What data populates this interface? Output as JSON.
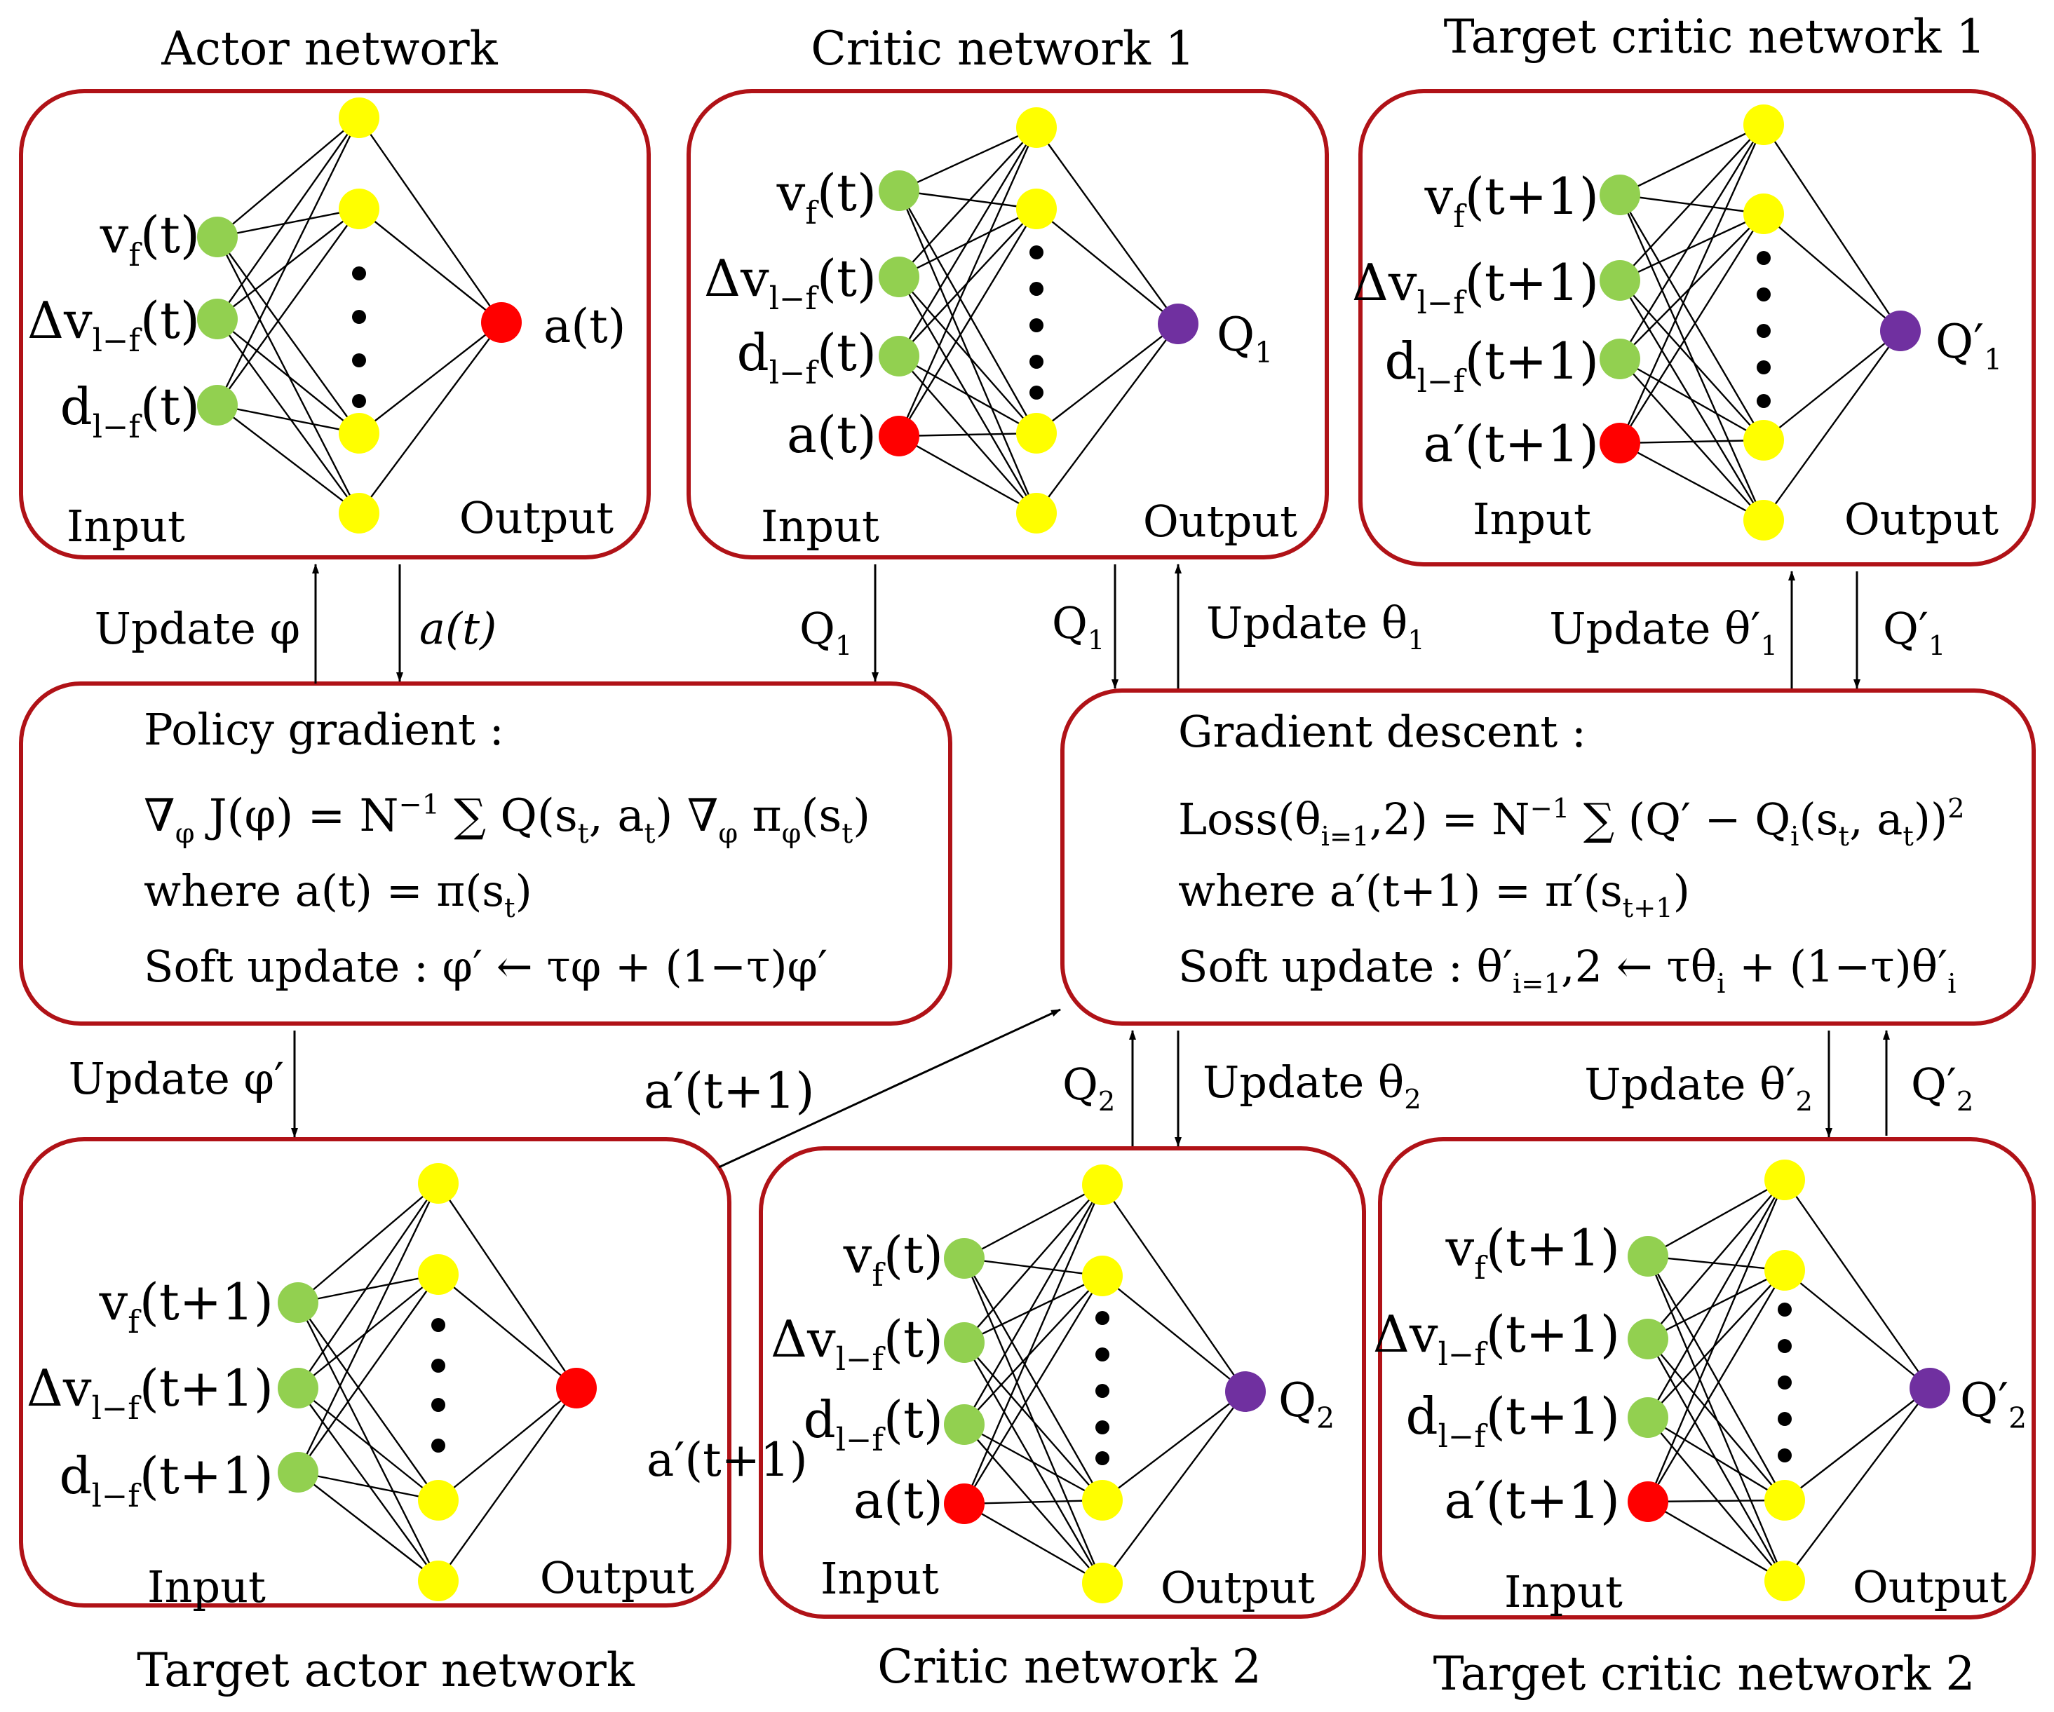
{
  "colors": {
    "box_border": "#b01217",
    "input_node": "#92d050",
    "hidden_node": "#ffff00",
    "action_node": "#ff0000",
    "q_node": "#7030a0"
  },
  "networks": [
    {
      "id": "actor",
      "title": "Actor network",
      "input_caption": "Input",
      "output_caption": "Output",
      "inputs": [
        {
          "text": "v_f(t)",
          "kind": "state"
        },
        {
          "text": "Δv_l−f(t)",
          "kind": "state"
        },
        {
          "text": "d_l−f(t)",
          "kind": "state"
        }
      ],
      "output": {
        "text": "a(t)",
        "kind": "action"
      }
    },
    {
      "id": "critic1",
      "title": "Critic network 1",
      "input_caption": "Input",
      "output_caption": "Output",
      "inputs": [
        {
          "text": "v_f(t)",
          "kind": "state"
        },
        {
          "text": "Δv_l−f(t)",
          "kind": "state"
        },
        {
          "text": "d_l−f(t)",
          "kind": "state"
        },
        {
          "text": "a(t)",
          "kind": "action"
        }
      ],
      "output": {
        "text": "Q_1",
        "kind": "q"
      }
    },
    {
      "id": "target_critic1",
      "title": "Target critic network 1",
      "input_caption": "Input",
      "output_caption": "Output",
      "inputs": [
        {
          "text": "v_f(t+1)",
          "kind": "state"
        },
        {
          "text": "Δv_l−f(t+1)",
          "kind": "state"
        },
        {
          "text": "d_l−f(t+1)",
          "kind": "state"
        },
        {
          "text": "a′(t+1)",
          "kind": "action"
        }
      ],
      "output": {
        "text": "Q′_1",
        "kind": "q"
      }
    },
    {
      "id": "target_actor",
      "title": "Target actor network",
      "input_caption": "Input",
      "output_caption": "Output",
      "inputs": [
        {
          "text": "v_f(t+1)",
          "kind": "state"
        },
        {
          "text": "Δv_l−f(t+1)",
          "kind": "state"
        },
        {
          "text": "d_l−f(t+1)",
          "kind": "state"
        }
      ],
      "output": {
        "text": "a′(t+1)",
        "kind": "action"
      }
    },
    {
      "id": "critic2",
      "title": "Critic network 2",
      "input_caption": "Input",
      "output_caption": "Output",
      "inputs": [
        {
          "text": "v_f(t)",
          "kind": "state"
        },
        {
          "text": "Δv_l−f(t)",
          "kind": "state"
        },
        {
          "text": "d_l−f(t)",
          "kind": "state"
        },
        {
          "text": "a(t)",
          "kind": "action"
        }
      ],
      "output": {
        "text": "Q_2",
        "kind": "q"
      }
    },
    {
      "id": "target_critic2",
      "title": "Target critic network 2",
      "input_caption": "Input",
      "output_caption": "Output",
      "inputs": [
        {
          "text": "v_f(t+1)",
          "kind": "state"
        },
        {
          "text": "Δv_l−f(t+1)",
          "kind": "state"
        },
        {
          "text": "d_l−f(t+1)",
          "kind": "state"
        },
        {
          "text": "a′(t+1)",
          "kind": "action"
        }
      ],
      "output": {
        "text": "Q′_2",
        "kind": "q"
      }
    }
  ],
  "policy_box": {
    "heading": "Policy gradient :",
    "formula": "∇_φ J(φ) = N^−1 ∑ Q(s_t, a_t) ∇_φ π_φ(s_t)",
    "where": "where a(t) = π(s_t)",
    "soft_update": "Soft update :  φ′ ← τφ + (1−τ)φ′"
  },
  "gradient_box": {
    "heading": "Gradient descent :",
    "formula": "Loss(θ_i=1,2) = N^−1 ∑ (Q′ − Q_i(s_t, a_t))^2",
    "where": "where a′(t+1) = π′(s_t+1)",
    "soft_update": "Soft update :  θ′_i=1,2 ← τθ_i + (1−τ)θ′_i"
  },
  "arrow_labels": {
    "update_phi": "Update φ",
    "a_t": "a(t)",
    "q1_to_policy": "Q_1",
    "q1_to_gradient": "Q_1",
    "update_theta1": "Update θ_1",
    "update_theta1_prime": "Update θ′_1",
    "q1_prime": "Q′_1",
    "update_phi_prime": "Update φ′",
    "a_prime": "a′(t+1)",
    "q2": "Q_2",
    "update_theta2": "Update θ_2",
    "update_theta2_prime": "Update θ′_2",
    "q2_prime": "Q′_2"
  }
}
